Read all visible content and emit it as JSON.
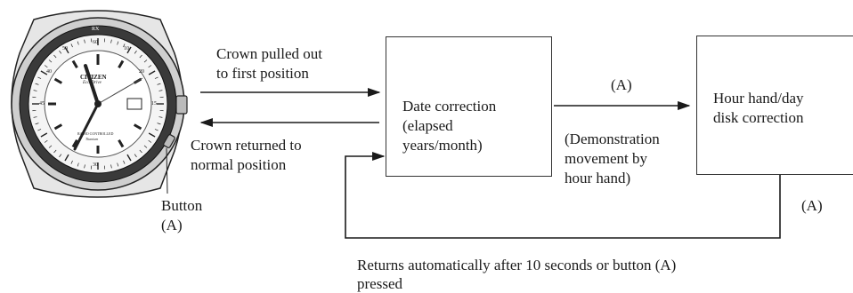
{
  "watch": {
    "brand": "CITIZEN",
    "line": "Eco-Drive",
    "dial_text": "RADIO CONTROLLED",
    "material": "Titanium",
    "bezel_labels": [
      "RX",
      "60",
      "10",
      "50",
      "20",
      "40",
      "30",
      "45",
      "15"
    ]
  },
  "labels": {
    "crown_pulled": [
      "Crown pulled out",
      "to first position"
    ],
    "crown_returned": [
      "Crown returned to",
      "normal position"
    ],
    "button": [
      "Button",
      "(A)"
    ],
    "arrow_a_top": "(A)",
    "demonstration": [
      "(Demonstration",
      "movement by",
      "hour hand)"
    ],
    "arrow_a_return": "(A)",
    "returns_note": [
      "Returns automatically after 10 seconds or button (A)",
      "pressed"
    ]
  },
  "boxes": {
    "date_correction": [
      "Date correction",
      "(elapsed",
      "years/month)"
    ],
    "hour_hand": [
      "Hour hand/day",
      "disk correction"
    ]
  }
}
